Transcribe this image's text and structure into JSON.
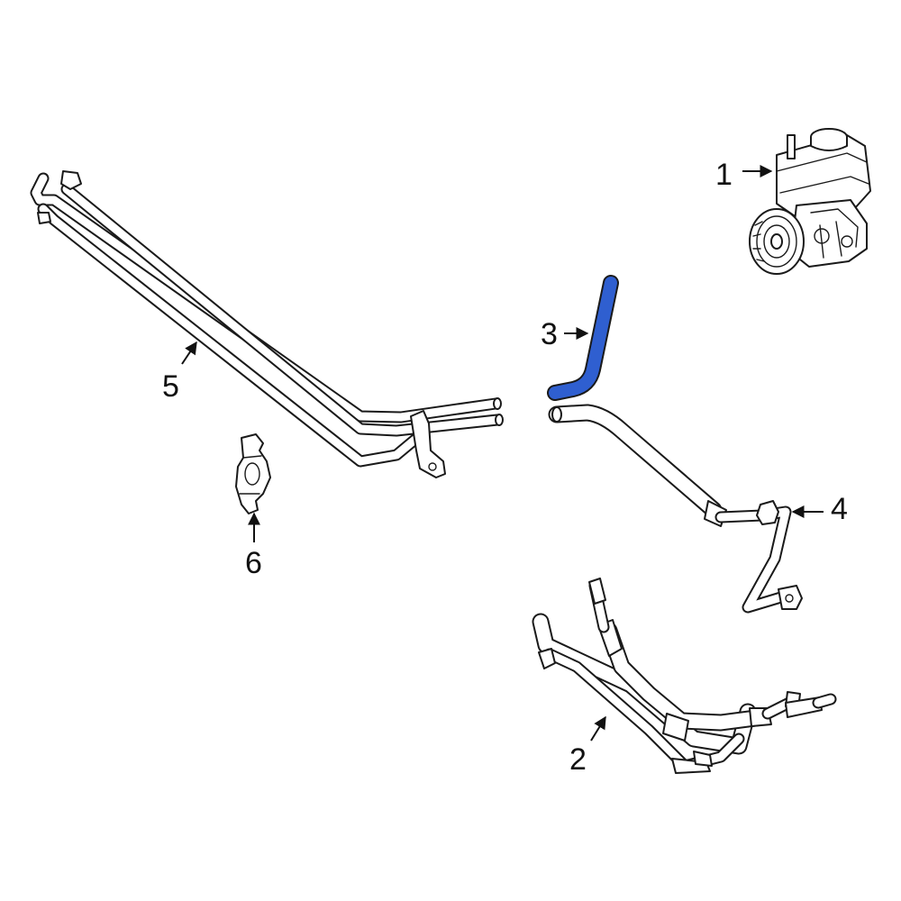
{
  "colors": {
    "highlight": "#2f5fd0",
    "ink": "#1a1a1a",
    "background": "#ffffff"
  },
  "callouts": [
    {
      "id": "1",
      "label": "1"
    },
    {
      "id": "2",
      "label": "2"
    },
    {
      "id": "3",
      "label": "3"
    },
    {
      "id": "4",
      "label": "4"
    },
    {
      "id": "5",
      "label": "5"
    },
    {
      "id": "6",
      "label": "6"
    }
  ],
  "highlighted_part": "3"
}
